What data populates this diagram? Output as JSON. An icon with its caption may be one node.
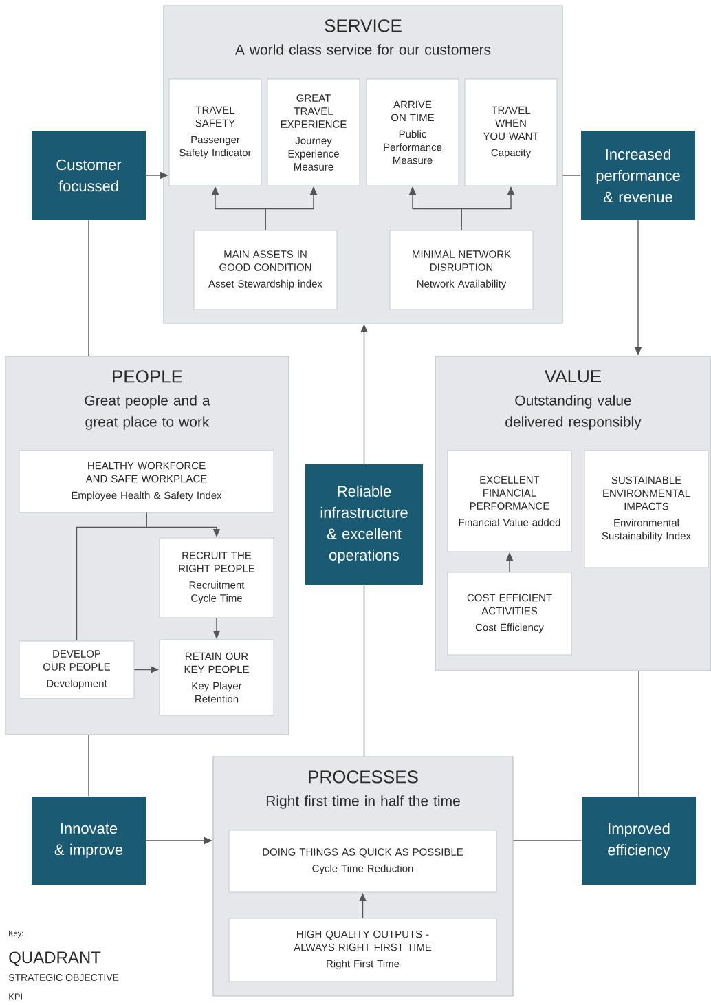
{
  "diagram": {
    "nodes": [
      {
        "text": [
          "SERVICE",
          "A world class service for our customers"
        ]
      },
      {
        "text": [
          "TRAVEL SAFETY",
          "Passenger Safety Indicator"
        ],
        "in": 0
      },
      {
        "text": [
          "GREAT TRAVEL EXPERIENCE",
          "Journey Experience Measure"
        ],
        "in": 0
      },
      {
        "text": [
          "ARRIVE ON TIME",
          "Public Performance Measure"
        ],
        "in": 0
      },
      {
        "text": [
          "TRAVEL WHEN YOU WANT",
          "Capacity"
        ],
        "in": 0
      },
      {
        "text": [
          "MAIN ASSETS IN GOOD CONDITION",
          "Asset Stewardship index"
        ],
        "in": 0
      },
      {
        "text": [
          "MINIMAL NETWORK DISRUPTION",
          "Network Availability"
        ],
        "in": 0
      },
      {
        "text": [
          "Customer focussed"
        ]
      },
      {
        "text": [
          "Increased performance & revenue"
        ]
      },
      {
        "text": [
          "PEOPLE",
          "Great people and a great place to work"
        ]
      },
      {
        "text": [
          "HEALTHY WORKFORCE AND SAFE WORKPLACE",
          "Employee Health & Safety Index"
        ],
        "in": 9
      },
      {
        "text": [
          "RECRUIT THE RIGHT PEOPLE",
          "Recruitment Cycle Time"
        ],
        "in": 9
      },
      {
        "text": [
          "DEVELOP OUR PEOPLE",
          "Development"
        ],
        "in": 9
      },
      {
        "text": [
          "RETAIN OUR KEY PEOPLE",
          "Key Player Retention"
        ],
        "in": 9
      },
      {
        "text": [
          "Reliable infrastructure & excellent operations"
        ]
      },
      {
        "text": [
          "VALUE",
          "Outstanding value delivered responsibly"
        ]
      },
      {
        "text": [
          "EXCELLENT FINANCIAL PERFORMANCE",
          "Financial Value added"
        ],
        "in": 15
      },
      {
        "text": [
          "SUSTAINABLE ENVIRONMENTAL IMPACTS",
          "Environmental Sustainability Index"
        ],
        "in": 15
      },
      {
        "text": [
          "COST EFFICIENT ACTIVITIES",
          "Cost Efficiency"
        ],
        "in": 15
      },
      {
        "text": [
          "PROCESSES",
          "Right first time in half the time"
        ]
      },
      {
        "text": [
          "DOING THINGS AS QUICK AS POSSIBLE",
          "Cycle Time Reduction"
        ],
        "in": 19
      },
      {
        "text": [
          "HIGH QUALITY OUTPUTS - ALWAYS RIGHT FIRST TIME",
          "Right First Time"
        ],
        "in": 19
      },
      {
        "text": [
          "Innovate & improve"
        ]
      },
      {
        "text": [
          "Improved efficiency"
        ]
      }
    ],
    "edges": [
      {
        "from": 7,
        "to": 1,
        "arrow": "to"
      },
      {
        "from": 5,
        "to": 1,
        "arrow": "to"
      },
      {
        "from": 5,
        "to": 2,
        "arrow": "to"
      },
      {
        "from": 6,
        "to": 3,
        "arrow": "to"
      },
      {
        "from": 6,
        "to": 4,
        "arrow": "to"
      },
      {
        "from": 0,
        "to": 8,
        "arrow": "none"
      },
      {
        "from": 8,
        "to": 15,
        "arrow": "to"
      },
      {
        "from": 7,
        "to": 9,
        "arrow": "none"
      },
      {
        "from": 10,
        "to": 11,
        "arrow": "to"
      },
      {
        "from": 10,
        "to": 12,
        "arrow": "none"
      },
      {
        "from": 11,
        "to": 13,
        "arrow": "to"
      },
      {
        "from": 12,
        "to": 13,
        "arrow": "to"
      },
      {
        "from": 18,
        "to": 16,
        "arrow": "to"
      },
      {
        "from": 14,
        "to": 0,
        "arrow": "to"
      },
      {
        "from": 19,
        "to": 14,
        "arrow": "none"
      },
      {
        "from": 9,
        "to": 22,
        "arrow": "none"
      },
      {
        "from": 22,
        "to": 19,
        "arrow": "to"
      },
      {
        "from": 19,
        "to": 23,
        "arrow": "none"
      },
      {
        "from": 23,
        "to": 15,
        "arrow": "none"
      },
      {
        "from": 21,
        "to": 20,
        "arrow": "to"
      }
    ],
    "labels": [
      "Key:",
      "QUADRANT",
      "STRATEGIC OBJECTIVE",
      "KPI"
    ]
  }
}
